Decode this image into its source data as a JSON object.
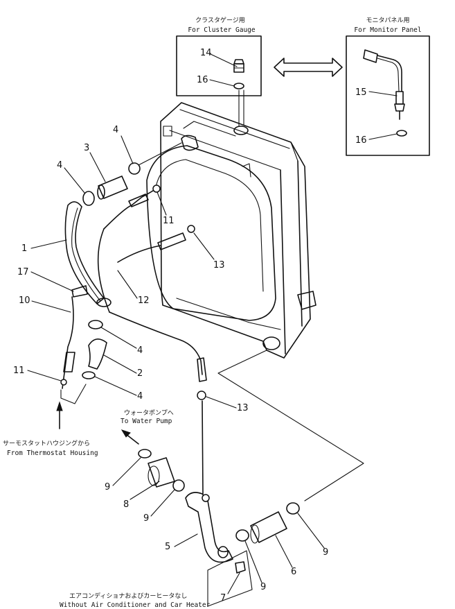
{
  "boxes": {
    "cluster": {
      "jp": "クラスタゲージ用",
      "en": "For Cluster Gauge"
    },
    "monitor": {
      "jp": "モニタパネル用",
      "en": "For Monitor Panel"
    }
  },
  "notes": {
    "water_pump_jp": "ウォータポンプへ",
    "water_pump_en": "To Water Pump",
    "thermostat_jp": "サーモスタットハウジングから",
    "thermostat_en": "From Thermostat Housing",
    "no_aircon_jp": "エアコンディショナおよびカーヒータなし",
    "no_aircon_en": "Without Air Conditioner and Car Heater"
  },
  "callouts": {
    "c14": "14",
    "c16a": "16",
    "c15": "15",
    "c16b": "16",
    "c4a": "4",
    "c3": "3",
    "c4b": "4",
    "c1": "1",
    "c11a": "11",
    "c13a": "13",
    "c17": "17",
    "c10": "10",
    "c12": "12",
    "c4c": "4",
    "c2": "2",
    "c4d": "4",
    "c11b": "11",
    "c13b": "13",
    "c9a": "9",
    "c8": "8",
    "c9b": "9",
    "c5": "5",
    "c7": "7",
    "c9c": "9",
    "c6": "6",
    "c9d": "9"
  }
}
